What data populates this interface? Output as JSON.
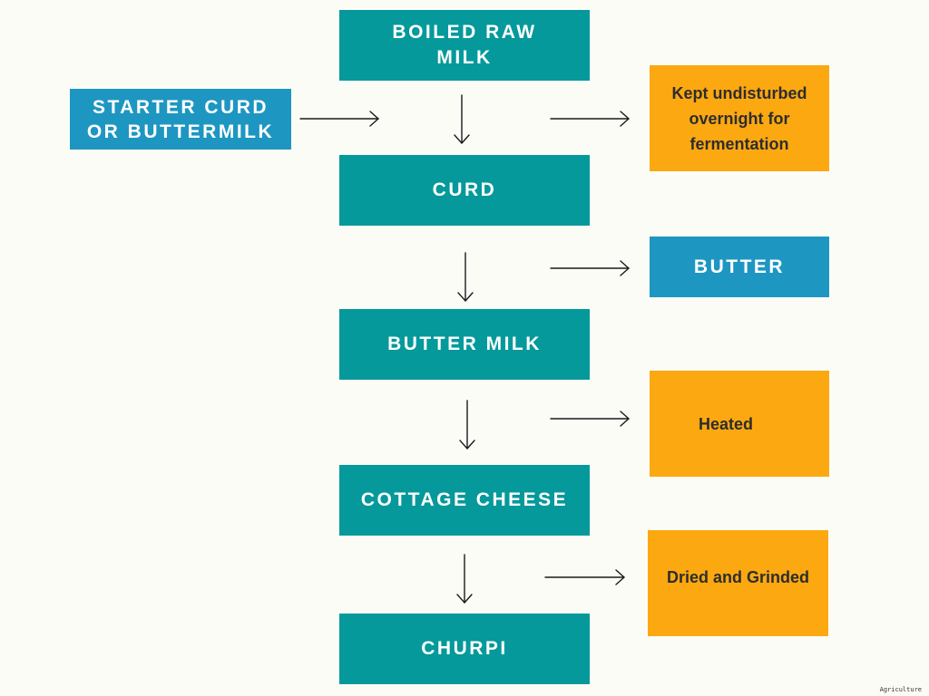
{
  "flowchart": {
    "main_steps": [
      {
        "label": "BOILED RAW\nMILK"
      },
      {
        "label": "CURD"
      },
      {
        "label": "BUTTER MILK"
      },
      {
        "label": "COTTAGE CHEESE"
      },
      {
        "label": "CHURPI"
      }
    ],
    "input": {
      "label": "STARTER CURD\nOR BUTTERMILK"
    },
    "side_notes": [
      {
        "label": "Kept undisturbed\novernight for\nfermentation"
      },
      {
        "label": "BUTTER"
      },
      {
        "label": "Heated"
      },
      {
        "label": "Dried and Grinded"
      }
    ]
  },
  "colors": {
    "main_step_fill": "#05999b",
    "input_fill": "#1e96c2",
    "butter_fill": "#1e96c2",
    "note_fill": "#fca811",
    "arrow": "#1a1a1a",
    "background": "#fcfcf7"
  },
  "watermark": "Agriculture"
}
